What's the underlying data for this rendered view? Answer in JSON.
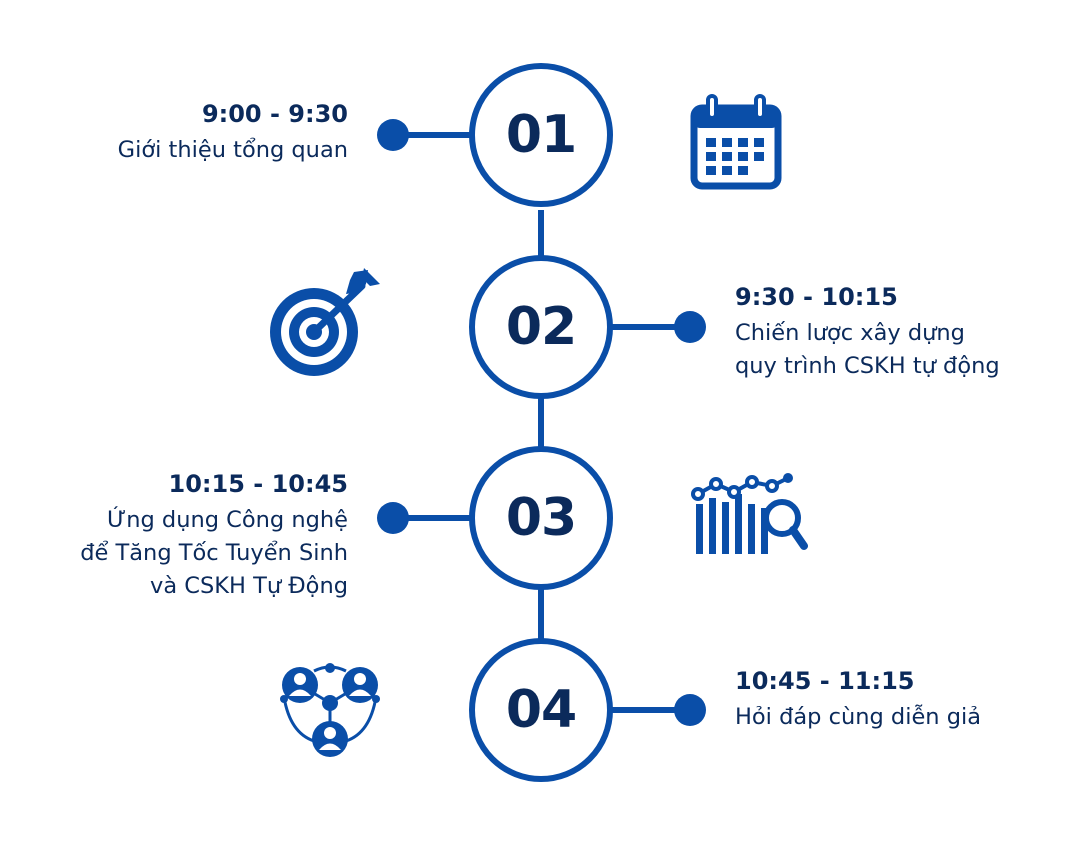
{
  "colors": {
    "primary": "#0a4ea8",
    "text": "#0b2a5b",
    "background": "#ffffff"
  },
  "steps": [
    {
      "number": "01",
      "time": "9:00 - 9:30",
      "lines": [
        "Giới thiệu tổng quan"
      ],
      "icon": "calendar-icon"
    },
    {
      "number": "02",
      "time": "9:30 - 10:15",
      "lines": [
        "Chiến lược xây dựng",
        "quy trình CSKH tự động"
      ],
      "icon": "target-icon"
    },
    {
      "number": "03",
      "time": "10:15 - 10:45",
      "lines": [
        "Ứng dụng Công nghệ",
        "để Tăng Tốc Tuyển Sinh",
        "và CSKH Tự Động"
      ],
      "icon": "analytics-search-icon"
    },
    {
      "number": "04",
      "time": "10:45 - 11:15",
      "lines": [
        "Hỏi đáp cùng diễn giả"
      ],
      "icon": "people-network-icon"
    }
  ]
}
